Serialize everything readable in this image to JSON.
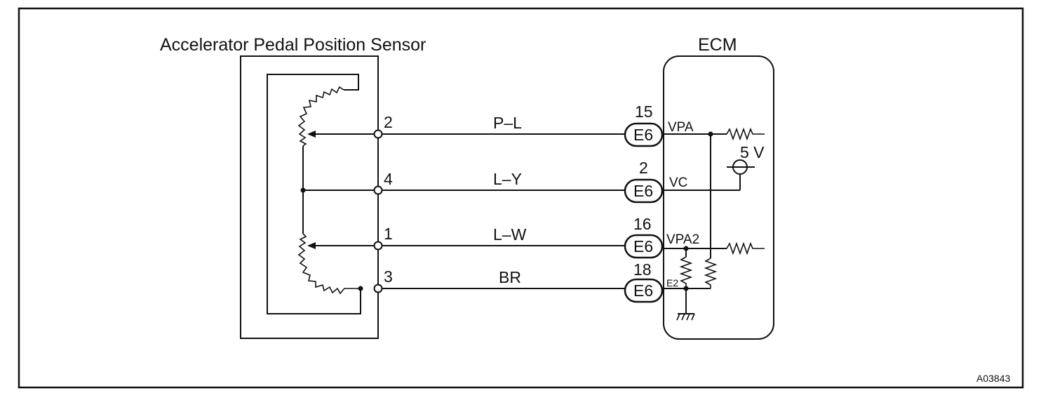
{
  "diagram": {
    "sensor_title": "Accelerator Pedal Position Sensor",
    "ecm_title": "ECM",
    "figure_id": "A03843",
    "supply_label": "5 V",
    "connector": "E6",
    "wires": [
      {
        "sensor_pin": "2",
        "color": "P–L",
        "ecm_pin": "15",
        "connector": "E6",
        "signal": "VPA"
      },
      {
        "sensor_pin": "4",
        "color": "L–Y",
        "ecm_pin": "2",
        "connector": "E6",
        "signal": "VC"
      },
      {
        "sensor_pin": "1",
        "color": "L–W",
        "ecm_pin": "16",
        "connector": "E6",
        "signal": "VPA2"
      },
      {
        "sensor_pin": "3",
        "color": "BR",
        "ecm_pin": "18",
        "connector": "E6",
        "signal": "E2"
      }
    ]
  }
}
